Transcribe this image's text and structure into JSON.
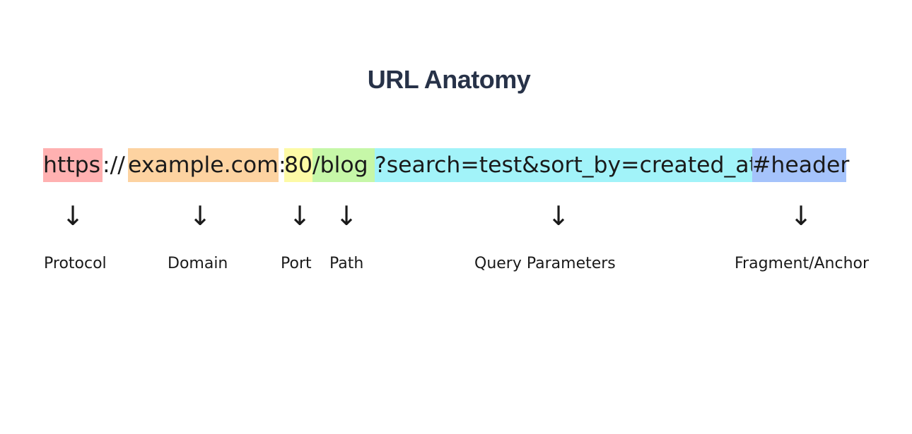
{
  "title": "URL Anatomy",
  "url_segments": [
    {
      "id": "protocol",
      "text": "https",
      "highlight": "#ffb1b1"
    },
    {
      "id": "separator",
      "text": "://",
      "highlight": "none"
    },
    {
      "id": "domain",
      "text": "example.com",
      "highlight": "#fdd3a1"
    },
    {
      "id": "port-colon",
      "text": ":",
      "highlight": "none"
    },
    {
      "id": "port",
      "text": "80",
      "highlight": "#fdfaa6"
    },
    {
      "id": "path",
      "text": "/blog",
      "highlight": "#c6f7a8"
    },
    {
      "id": "query",
      "text": "?search=test&sort_by=created_at",
      "highlight": "#a2f3f9"
    },
    {
      "id": "fragment",
      "text": "#header",
      "highlight": "#a5c3fb"
    }
  ],
  "parts": [
    {
      "id": "protocol",
      "label": "Protocol",
      "arrow": "↓"
    },
    {
      "id": "domain",
      "label": "Domain",
      "arrow": "↓"
    },
    {
      "id": "port",
      "label": "Port",
      "arrow": "↓"
    },
    {
      "id": "path",
      "label": "Path",
      "arrow": "↓"
    },
    {
      "id": "query",
      "label": "Query Parameters",
      "arrow": "↓"
    },
    {
      "id": "fragment",
      "label": "Fragment/Anchor",
      "arrow": "↓"
    }
  ]
}
